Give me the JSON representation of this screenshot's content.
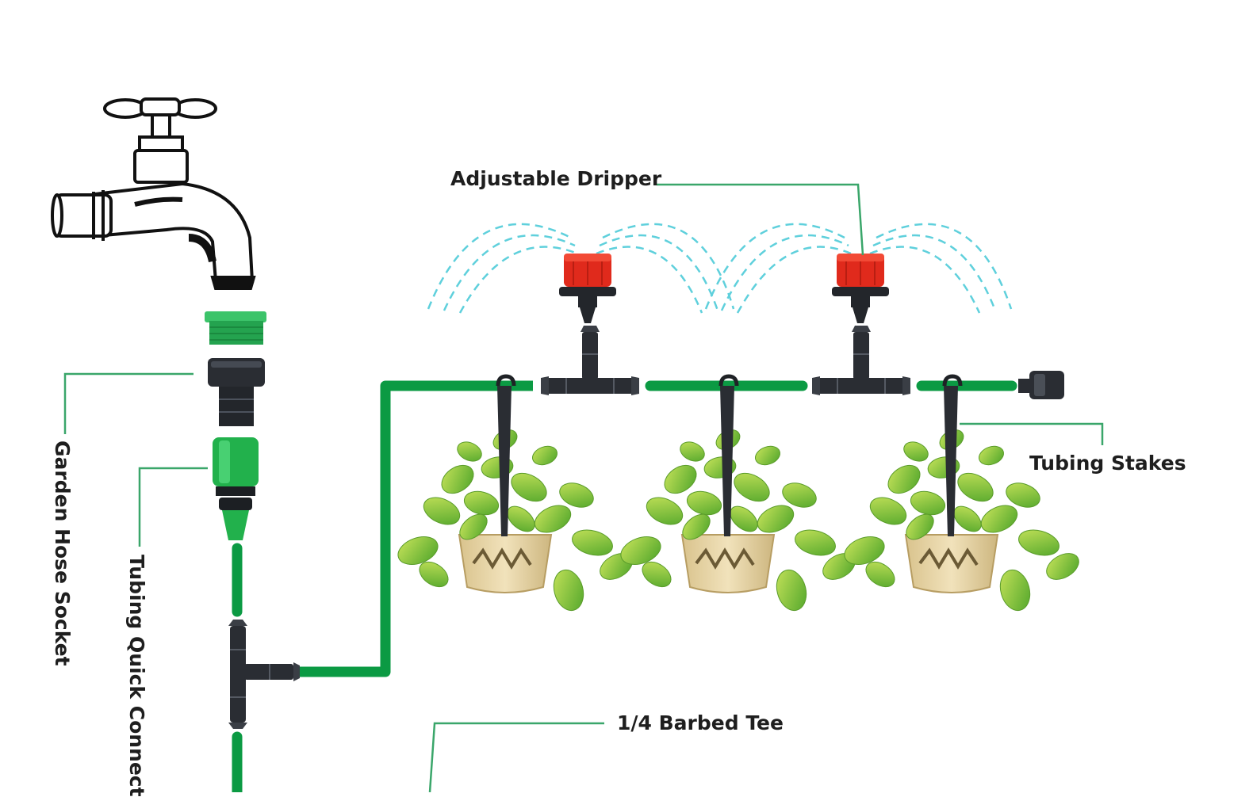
{
  "labels": {
    "adjustable_dripper": "Adjustable Dripper",
    "tubing_stakes": "Tubing Stakes",
    "garden_hose_socket": "Garden Hose Socket",
    "tubing_quick_connect": "Tubing Quick Connect",
    "barbed_tee": "1/4 Barbed Tee"
  },
  "colors": {
    "tube_green": "#0b9a43",
    "leader_green": "#3aa66a",
    "dripper_red": "#e02a1c",
    "spray_blue": "#5fd0dc",
    "fitting_black": "#2a2d33",
    "connector_green": "#22b14c",
    "pot_tan": "#e5d3a4",
    "leaf_green": "#7fc43a"
  },
  "icons": [
    "faucet-icon",
    "hose-socket-icon",
    "quick-connector-icon",
    "barbed-tee-icon",
    "dripper-icon",
    "tubing-stake-icon",
    "end-plug-icon",
    "potted-plant-icon"
  ]
}
